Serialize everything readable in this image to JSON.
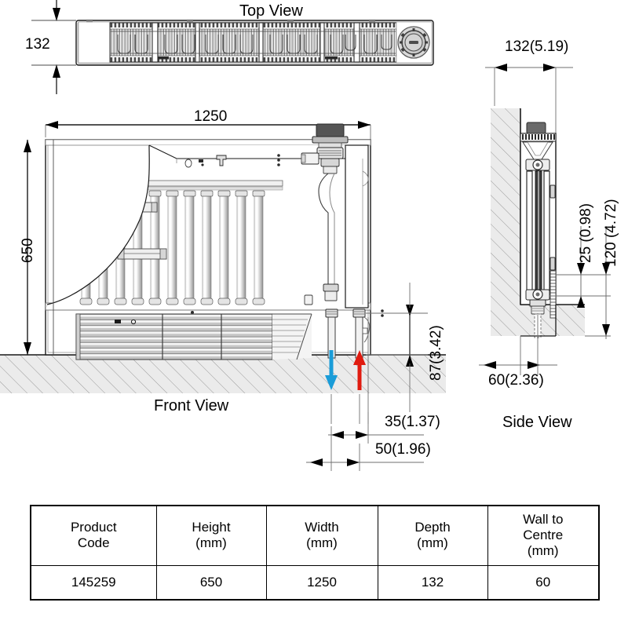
{
  "drawing": {
    "title_top": "Top View",
    "label_front": "Front View",
    "label_side": "Side View"
  },
  "dimensions": {
    "top_depth": "132",
    "front_width": "1250",
    "front_height": "650",
    "pipe_height": "87(3.42)",
    "pipe_offset_inner": "35(1.37)",
    "pipe_offset_outer": "50(1.96)",
    "side_depth": "132(5.19)",
    "side_wall_to_centre": "60(2.36)",
    "side_small_offset": "25 (0.98)",
    "side_large_offset": "120 (4.72)"
  },
  "flow_arrows": {
    "flow_color": "#1a9cd8",
    "return_color": "#e01b10",
    "flow_name": "flow-down-arrow",
    "return_name": "return-up-arrow"
  },
  "spec_table": {
    "headers": [
      "Product\nCode",
      "Height\n(mm)",
      "Width\n(mm)",
      "Depth\n(mm)",
      "Wall to\nCentre\n(mm)"
    ],
    "rows": [
      [
        "145259",
        "650",
        "1250",
        "132",
        "60"
      ]
    ]
  },
  "colors": {
    "line": "#1a1a1a",
    "hatch": "#9a9a9a",
    "hatch_fill": "#ebebeb",
    "panel_fill": "#ffffff",
    "metal_light": "#d8d8d8",
    "metal_mid": "#a8a8a8",
    "metal_dark": "#555555"
  }
}
